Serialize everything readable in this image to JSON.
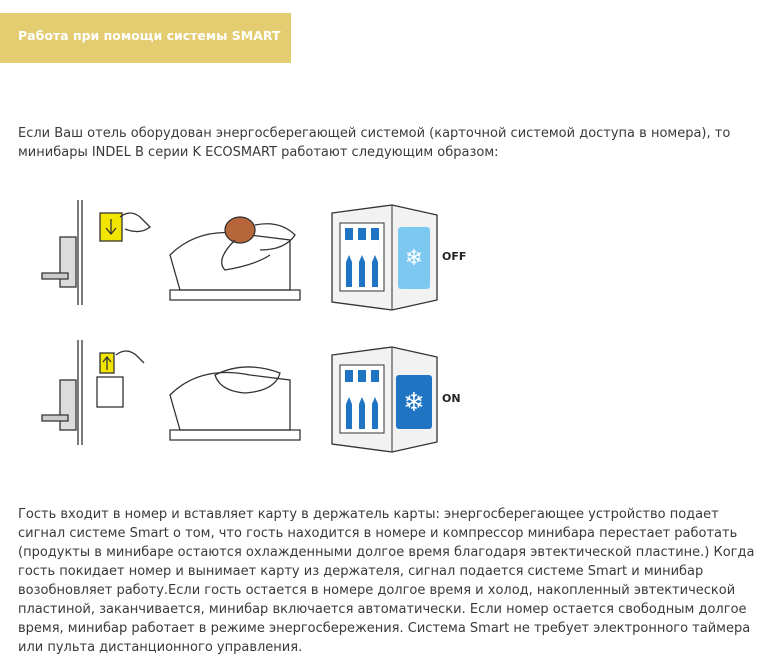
{
  "header": {
    "title": "Работа при помощи системы SMART"
  },
  "intro": "Если Ваш отель оборудован энергосберегающей системой (карточной системой доступа в номера), то минибары INDEL B серии K ECOSMART работают следующим образом:",
  "illustration": {
    "off_label": "OFF",
    "on_label": "ON"
  },
  "description": "Гость входит в номер и вставляет карту в держатель карты: энергосберегающее устройство подает сигнал системе Smart о том, что гость находится в номере и компрессор минибара перестает работать (продукты в минибаре остаются охлажденными долгое время благодаря эвтектической пластине.) Когда гость покидает номер и вынимает карту из держателя, сигнал подается системе Smart и минибар возобновляет работу.Если гость остается в номере долгое время и холод, накопленный эвтектической пластиной, заканчивается, минибар включается автоматически. Если номер остается свободным долгое время, минибар работает в режиме энергосбережения. Система Smart не требует электронного таймера или пульта дистанционного управления.",
  "colors": {
    "header_bg": "#e4cc70",
    "fridge_blue": "#1f74c4",
    "ice_light": "#7cc8f0"
  }
}
